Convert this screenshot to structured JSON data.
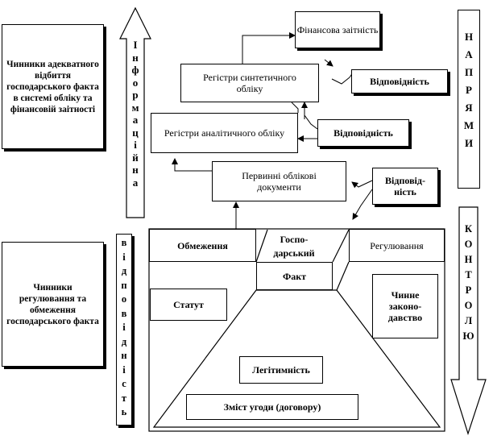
{
  "left_boxes": {
    "top": "Чинники адекватного відбиття господарського факта в системі обліку та фінансовій заітності",
    "bottom": "Чинники регулювання та обмеження господарського факта"
  },
  "vertical": {
    "information": [
      "І",
      "н",
      "ф",
      "о",
      "р",
      "м",
      "а",
      "ц",
      "і",
      "й",
      "н",
      "а"
    ],
    "conformity": [
      "в",
      "і",
      "д",
      "п",
      "о",
      "в",
      "і",
      "д",
      "н",
      "і",
      "с",
      "т",
      "ь"
    ],
    "directions": [
      "Н",
      "А",
      "П",
      "Р",
      "Я",
      "М",
      "И"
    ],
    "control": [
      "К",
      "О",
      "Н",
      "Т",
      "Р",
      "О",
      "Л",
      "Ю"
    ]
  },
  "boxes": {
    "financial_report": "Фінансова заітність",
    "synthetic_registers": "Регістри синтетичного обліку",
    "analytic_registers": "Регістри аналітичного обліку",
    "primary_documents": "Первинні облікові документи",
    "conformity_1": "Відповідність",
    "conformity_2": "Відповідність",
    "conformity_3": "Відповід-ність",
    "restrictions": "Обмеження",
    "economic": "Госпо-дарський",
    "regulation": "Регулювання",
    "fact": "Факт",
    "statute": "Статут",
    "current_legislation": "Чинне законо-давство",
    "legitimacy": "Легітимність",
    "agreement_content": "Зміст угоди (договору)"
  }
}
